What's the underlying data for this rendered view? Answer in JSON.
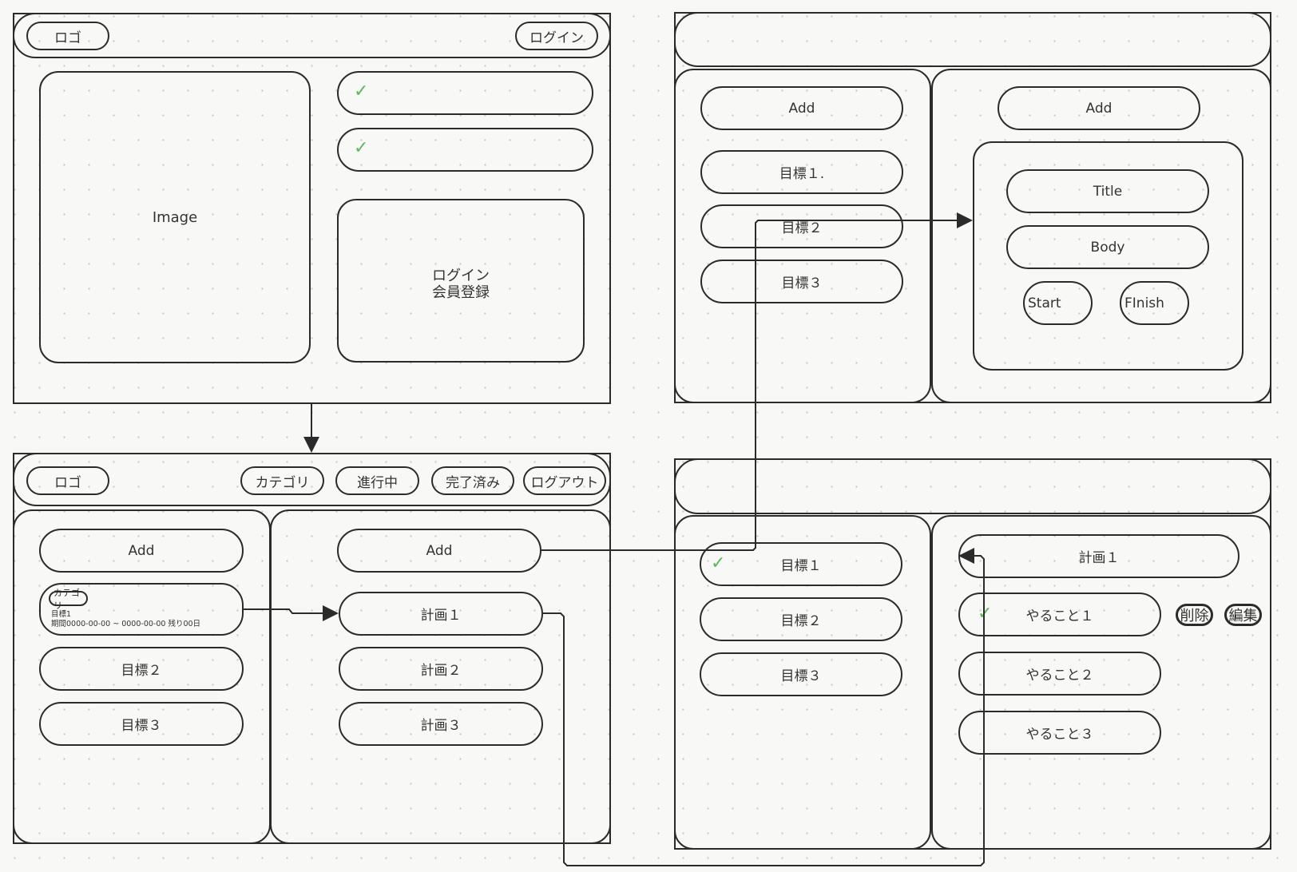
{
  "screen_login": {
    "logo": "ロゴ",
    "login_button": "ログイン",
    "image_label": "Image",
    "login_panel_line1": "ログイン",
    "login_panel_line2": "会員登録"
  },
  "screen_main": {
    "logo": "ロゴ",
    "nav": [
      "カテゴリ",
      "進行中",
      "完了済み",
      "ログアウト"
    ],
    "goals_add": "Add",
    "goal_card": {
      "category": "カテゴリ",
      "title": "目標1",
      "period": "期間0000-00-00 ~ 0000-00-00 残り00日"
    },
    "goals": [
      "目標２",
      "目標３"
    ],
    "plans_add": "Add",
    "plans": [
      "計画１",
      "計画２",
      "計画３"
    ]
  },
  "screen_add": {
    "left_add": "Add",
    "goals": [
      "目標１.",
      "目標２",
      "目標３"
    ],
    "right_add": "Add",
    "form": {
      "title": "Title",
      "body": "Body",
      "start": "Start",
      "finish": "FInish"
    }
  },
  "screen_detail": {
    "goals": [
      "目標１",
      "目標２",
      "目標３"
    ],
    "plan": "計画１",
    "todos": [
      "やること１",
      "やること２",
      "やること３"
    ],
    "delete": "削除",
    "edit": "編集"
  },
  "colors": {
    "check": "#5cb85c",
    "stroke": "#2b2b2b"
  }
}
